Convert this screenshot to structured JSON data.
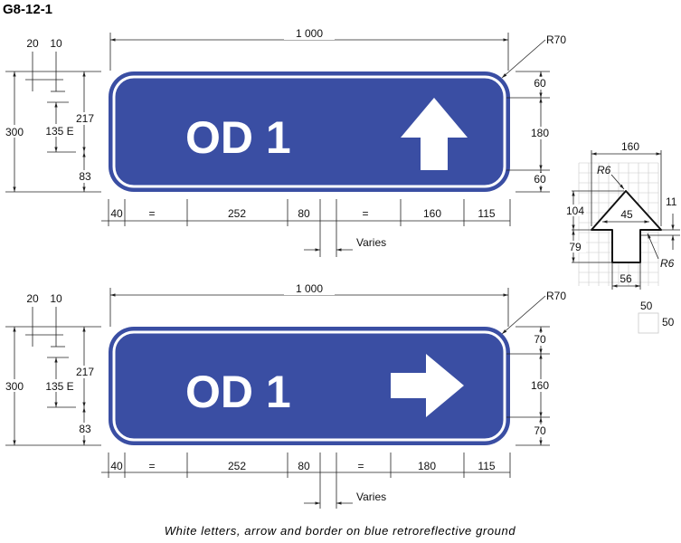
{
  "drawing_id": "G8-12-1",
  "caption": "White letters, arrow and border on blue retroreflective ground",
  "colors": {
    "sign_blue": "#3a4ea3",
    "legend_white": "#ffffff",
    "dimension_line": "#222222",
    "grid": "#c8c8c8"
  },
  "signs": [
    {
      "legend": "OD 1",
      "arrow": "up-arrow-icon",
      "width_label": "1 000",
      "corner_radius_label": "R70",
      "left_dims": {
        "top_a": "20",
        "top_b": "10",
        "total": "300",
        "text_height": "135 E",
        "baseline_offset": "217",
        "bottom": "83"
      },
      "right_dims": [
        "60",
        "180",
        "60"
      ],
      "bottom_dims": [
        "40",
        "=",
        "252",
        "80",
        "=",
        "160",
        "115"
      ],
      "varies_label": "Varies"
    },
    {
      "legend": "OD 1",
      "arrow": "right-arrow-icon",
      "width_label": "1 000",
      "corner_radius_label": "R70",
      "left_dims": {
        "top_a": "20",
        "top_b": "10",
        "total": "300",
        "text_height": "135 E",
        "baseline_offset": "217",
        "bottom": "83"
      },
      "right_dims": [
        "70",
        "160",
        "70"
      ],
      "bottom_dims": [
        "40",
        "=",
        "252",
        "80",
        "=",
        "180",
        "115"
      ],
      "varies_label": "Varies"
    }
  ],
  "arrow_detail": {
    "width": "160",
    "tip_radius": "R6",
    "head_depth": "45",
    "head_height": "104",
    "shaft_height": "79",
    "shaft_width": "56",
    "barb_offset": "11",
    "barb_radius": "R6",
    "grid_label_h": "50",
    "grid_label_v": "50"
  }
}
